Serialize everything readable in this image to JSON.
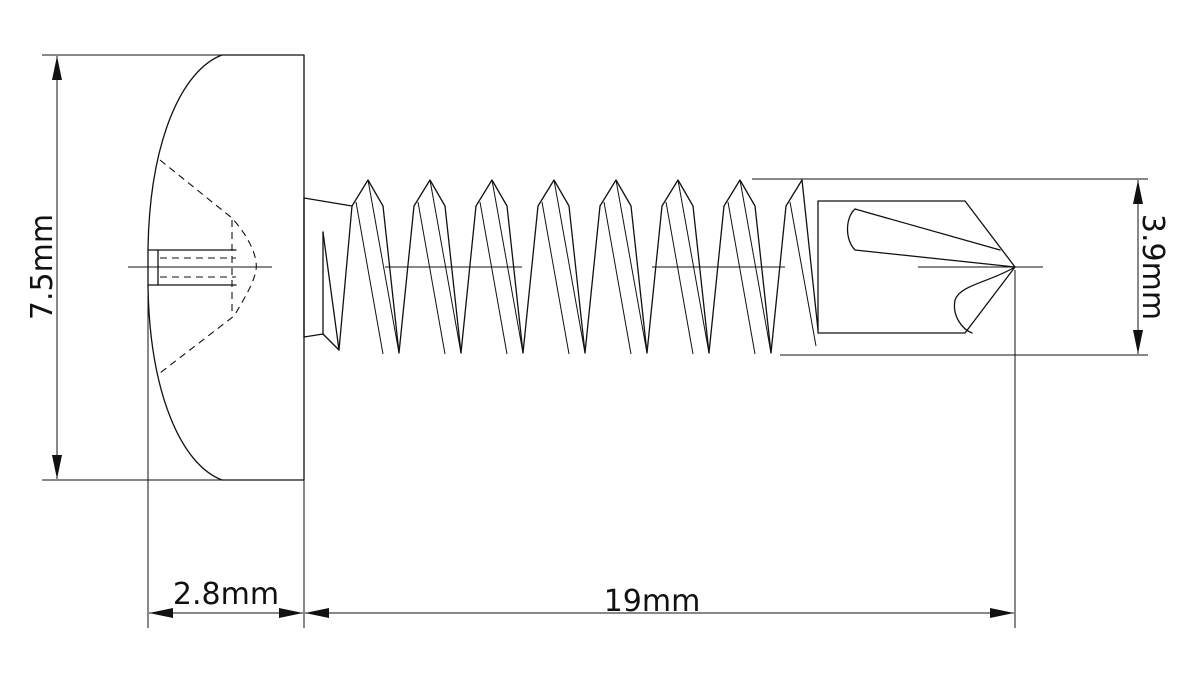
{
  "dimensions": {
    "head_height": "7.5mm",
    "thread_diameter": "3.9mm",
    "head_thickness": "2.8mm",
    "shank_length": "19mm"
  },
  "colors": {
    "line": "#111111",
    "background": "#ffffff"
  }
}
